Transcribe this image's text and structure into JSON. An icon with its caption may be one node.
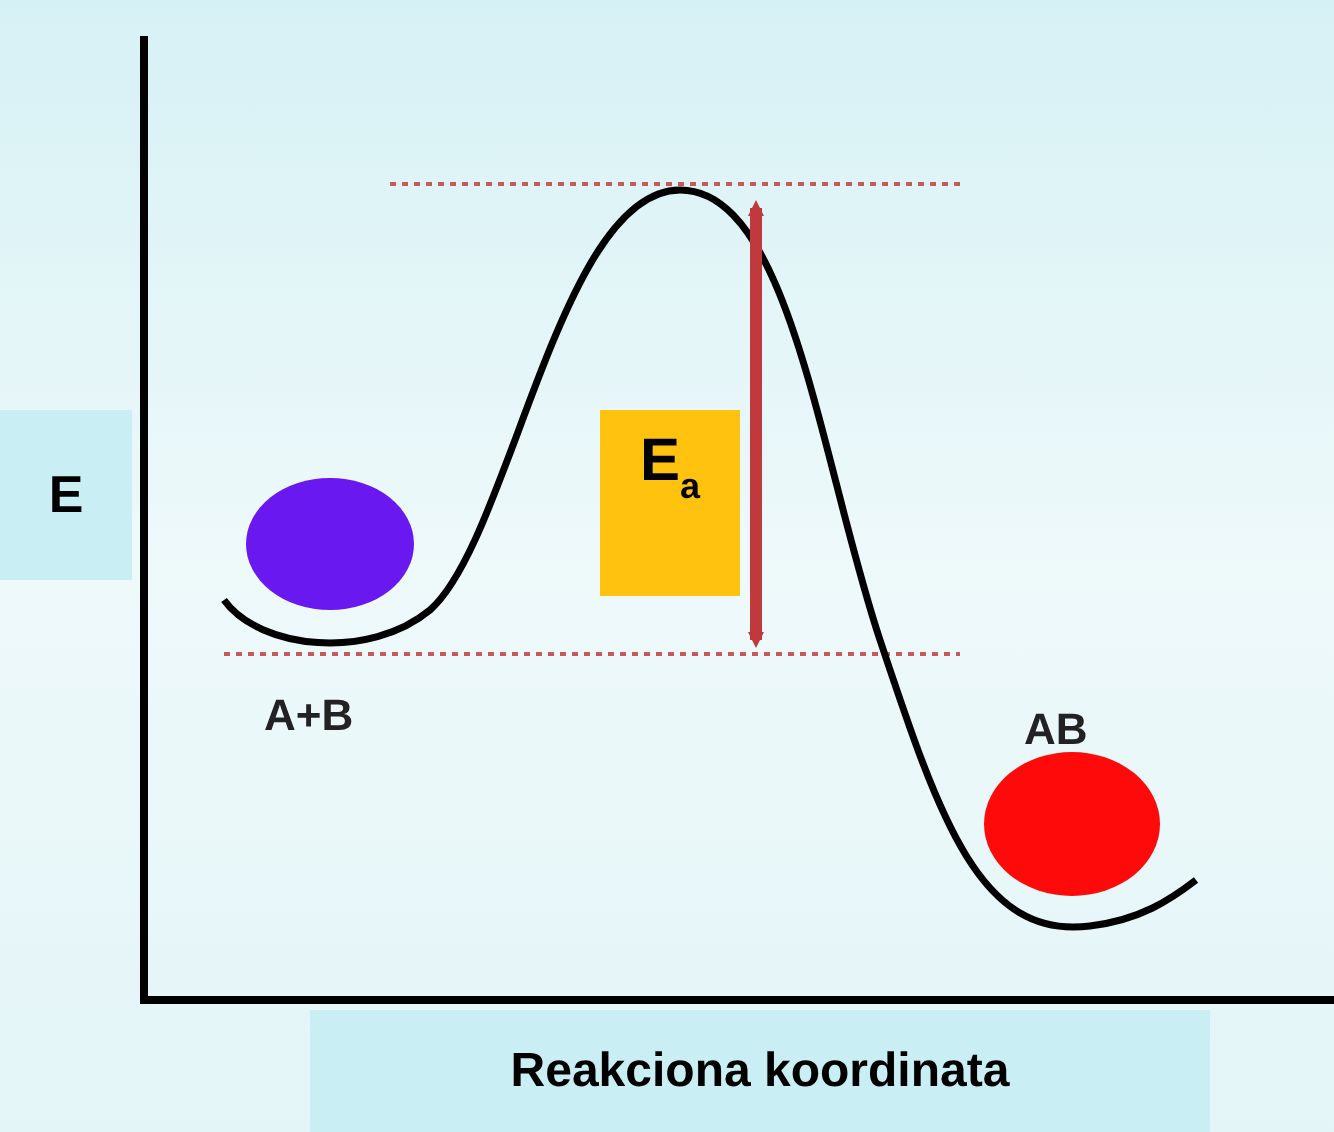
{
  "diagram": {
    "nodes": [
      {
        "text": [],
        "shape": "circle"
      },
      {
        "text": [],
        "shape": "circle"
      }
    ],
    "labels": [
      "E",
      "E$_{a}$",
      "A+B",
      "AB",
      "Reakciona koordinata"
    ]
  }
}
